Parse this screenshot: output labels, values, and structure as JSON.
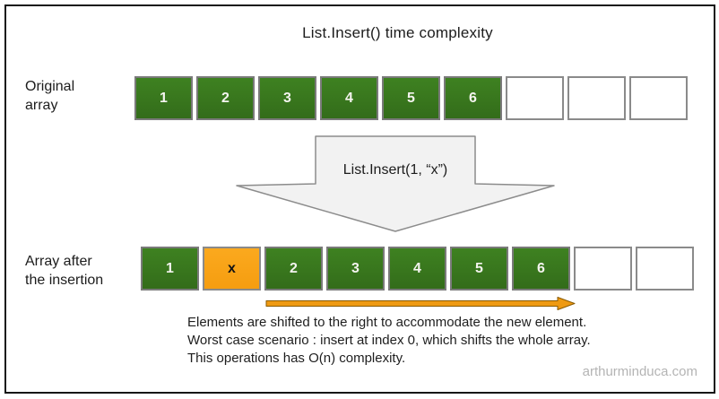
{
  "title": "List.Insert() time complexity",
  "insert_arrow": {
    "label": "List.Insert(1, “x”)"
  },
  "rows": [
    {
      "label_line1": "Original",
      "label_line2": "array",
      "cells": [
        {
          "value": "1",
          "type": "filled"
        },
        {
          "value": "2",
          "type": "filled"
        },
        {
          "value": "3",
          "type": "filled"
        },
        {
          "value": "4",
          "type": "filled"
        },
        {
          "value": "5",
          "type": "filled"
        },
        {
          "value": "6",
          "type": "filled"
        },
        {
          "value": "",
          "type": "empty"
        },
        {
          "value": "",
          "type": "empty"
        },
        {
          "value": "",
          "type": "empty"
        }
      ]
    },
    {
      "label_line1": "Array after",
      "label_line2": "the insertion",
      "cells": [
        {
          "value": "1",
          "type": "filled"
        },
        {
          "value": "x",
          "type": "inserted"
        },
        {
          "value": "2",
          "type": "filled"
        },
        {
          "value": "3",
          "type": "filled"
        },
        {
          "value": "4",
          "type": "filled"
        },
        {
          "value": "5",
          "type": "filled"
        },
        {
          "value": "6",
          "type": "filled"
        },
        {
          "value": "",
          "type": "empty"
        },
        {
          "value": "",
          "type": "empty"
        }
      ]
    }
  ],
  "shift_arrow": {
    "direction": "right"
  },
  "notes": {
    "line1": "Elements are shifted to the right to accommodate the new element.",
    "line2": "Worst case scenario : insert at index 0, which shifts the whole array.",
    "line3": "This operations has O(n) complexity."
  },
  "watermark": "arthurminduca.com",
  "colors": {
    "cell_green": "#38761d",
    "cell_orange": "#f9a411",
    "cell_border_gray": "#8a8a8a",
    "insert_arrow_fill": "#f2f2f2",
    "insert_arrow_stroke": "#8c8c8c",
    "shift_arrow_orange": "#ef9a12",
    "frame_black": "#161616",
    "watermark_gray": "#b4b4b4"
  }
}
